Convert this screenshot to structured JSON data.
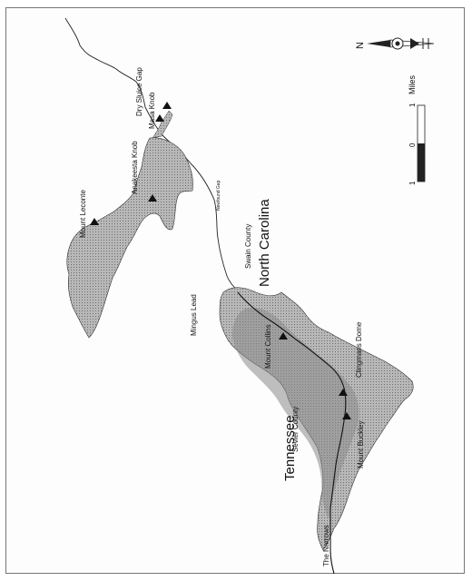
{
  "map": {
    "states": {
      "nc": "North Carolina",
      "tn": "Tennessee"
    },
    "counties": {
      "swain": "Swain County",
      "sevier": "Sevier County"
    },
    "peaks": [
      {
        "name": "Dry Sluice Gap"
      },
      {
        "name": "Masa Knob"
      },
      {
        "name": "Anakeesta Knob"
      },
      {
        "name": "Mount Leconte"
      },
      {
        "name": "Mount Collins"
      },
      {
        "name": "Clingmans Dome"
      },
      {
        "name": "Mount Buckley"
      }
    ],
    "features": {
      "newfound_gap": "Newfound Gap",
      "mingus_lead": "Mingus Lead",
      "the_narrows": "The Narrows"
    },
    "north_label": "N",
    "scale": {
      "zero": "0",
      "one": "1",
      "unit": "Miles",
      "one_left": "1"
    },
    "colors": {
      "shade": "#a9a9a9",
      "shade_dark": "#7a7a7a",
      "ink": "#111111"
    }
  }
}
